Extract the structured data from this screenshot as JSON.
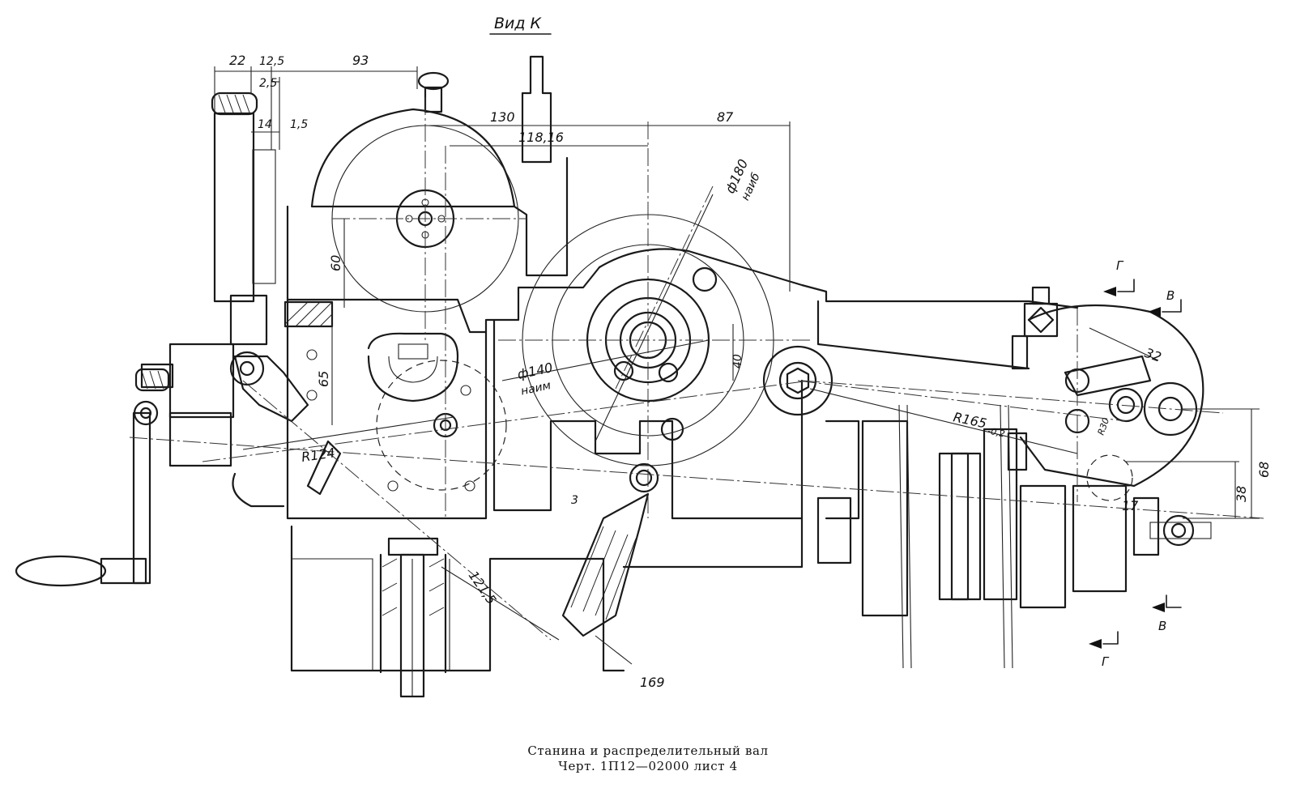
{
  "title": "Вид К",
  "caption": {
    "line1": "Станина и распределительный вал",
    "line2": "Черт. 1П12—02000 лист 4"
  },
  "dimensions": {
    "d22": "22",
    "d12_5": "12,5",
    "d2_5": "2,5",
    "d93": "93",
    "d14": "14",
    "d1_5": "1,5",
    "d130": "130",
    "d118_16": "118,16",
    "d87": "87",
    "d180": "ф180",
    "d180_note": "наиб",
    "d60": "60",
    "d65": "65",
    "d140": "ф140",
    "d140_note": "наим",
    "d40": "40",
    "r124": "R124",
    "r165": "R165",
    "r165_tol": "-0,2",
    "d32": "32",
    "d68": "68",
    "d38": "38",
    "d17": "17",
    "d121_5": "121,5",
    "d169": "169",
    "r30": "R30",
    "mark3": "3"
  },
  "sections": {
    "g_top": "Г",
    "v_top": "В",
    "v_bottom": "В",
    "g_bottom": "Г"
  }
}
